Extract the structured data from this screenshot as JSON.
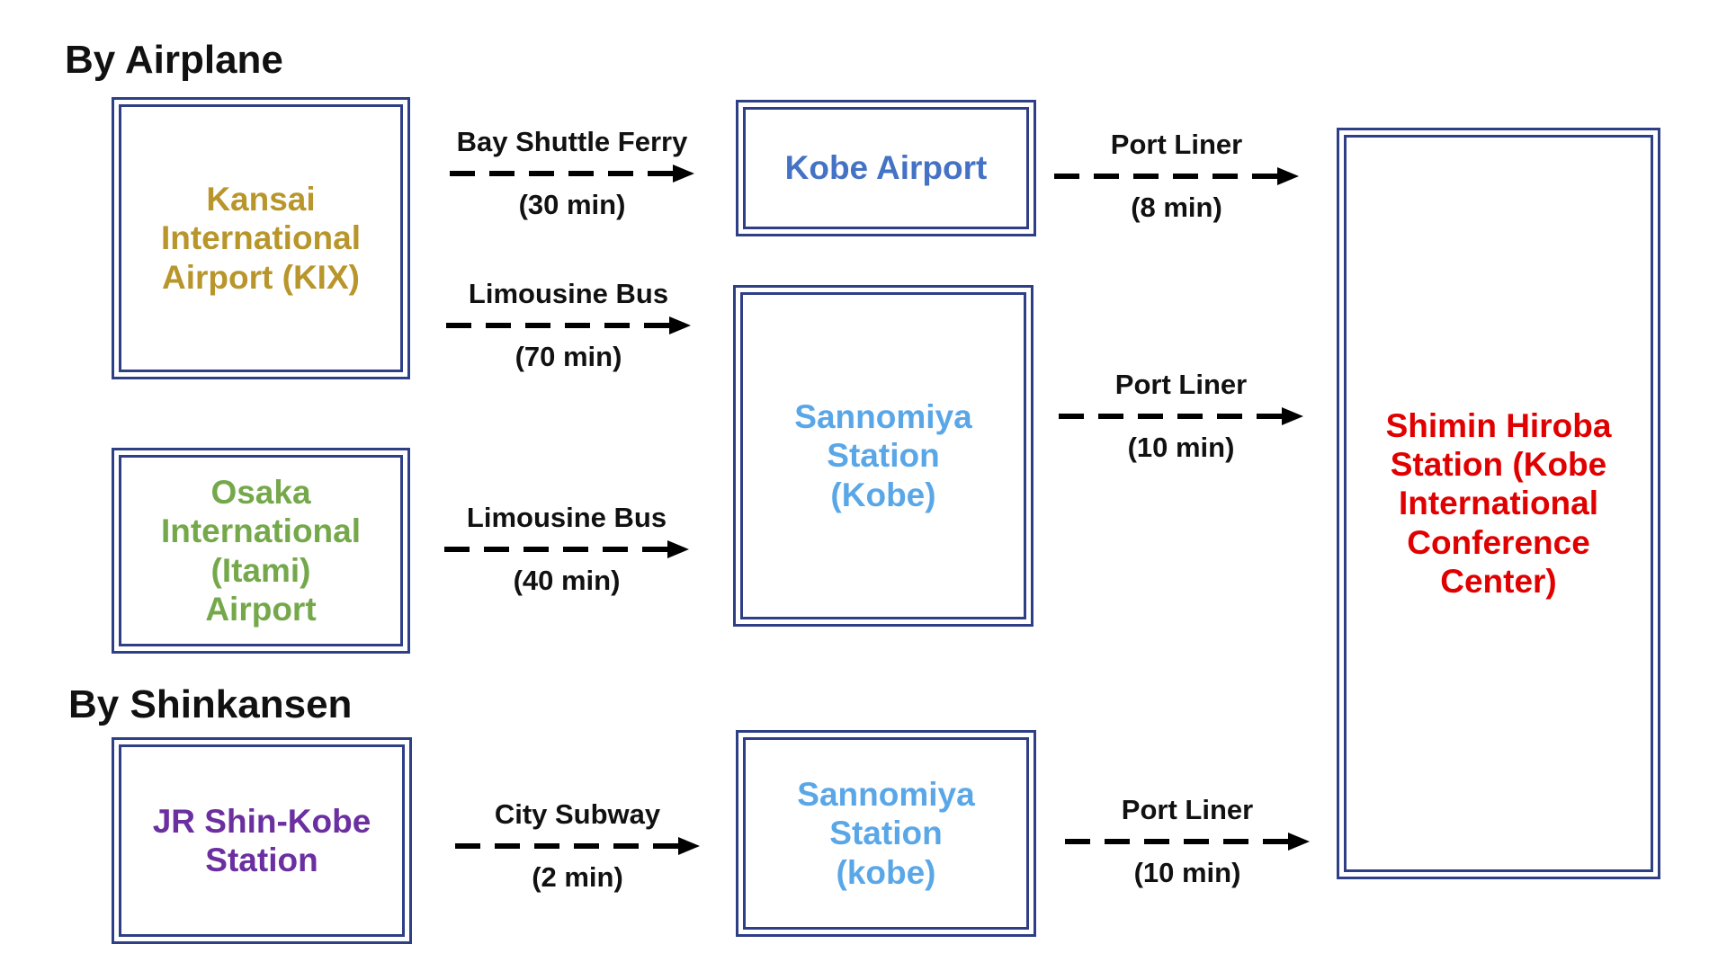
{
  "colors": {
    "border": "#2f3f86",
    "arrow": "#000000",
    "kansai": "#b8962b",
    "itami": "#75a84b",
    "shinkobe": "#6b2fa0",
    "kobe_airport": "#4472c4",
    "sannomiya": "#5aa7e8",
    "destination": "#e00000"
  },
  "sections": {
    "airplane": "By Airplane",
    "shinkansen": "By Shinkansen"
  },
  "nodes": {
    "kansai": "Kansai\nInternational\nAirport (KIX)",
    "itami": "Osaka\nInternational\n(Itami)\nAirport",
    "shinkobe": "JR Shin-Kobe\nStation",
    "kobe_airport": "Kobe Airport",
    "sannomiya_1": "Sannomiya\nStation\n(Kobe)",
    "sannomiya_2": "Sannomiya\nStation\n(kobe)",
    "destination": "Shimin Hiroba\nStation (Kobe\nInternational\nConference\nCenter)"
  },
  "edges": {
    "ferry": {
      "mode": "Bay Shuttle Ferry",
      "time": "(30 min)"
    },
    "bus_kix": {
      "mode": "Limousine Bus",
      "time": "(70 min)"
    },
    "bus_itami": {
      "mode": "Limousine Bus",
      "time": "(40 min)"
    },
    "subway": {
      "mode": "City Subway",
      "time": "(2 min)"
    },
    "port_1": {
      "mode": "Port Liner",
      "time": "(8 min)"
    },
    "port_2": {
      "mode": "Port Liner",
      "time": "(10 min)"
    },
    "port_3": {
      "mode": "Port Liner",
      "time": "(10 min)"
    }
  }
}
